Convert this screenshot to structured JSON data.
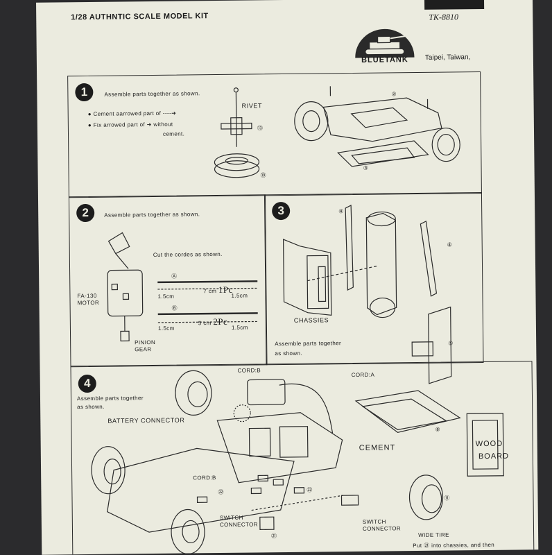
{
  "header": {
    "title": "",
    "subtitle": "1/28 AUTHNTIC SCALE MODEL KIT",
    "model_code": "TK-8810",
    "brand": "BLUETANK",
    "location": "Taipei, Taiwan,"
  },
  "step1": {
    "number": "1",
    "instruction": "Assemble parts together as shown.",
    "note1": "Cement aarrowed part of",
    "note2": "Fix arrowed part of",
    "note2_tail": "without",
    "note2_tail2": "cement.",
    "rivet_label": "RIVET",
    "part_13": "⑬",
    "part_19": "⑲",
    "part_2": "②",
    "part_3": "③"
  },
  "step2": {
    "number": "2",
    "instruction": "Assemble parts together as shown.",
    "cut_text": "Cut the cordes as shown.",
    "motor_label_1": "FA-130",
    "motor_label_2": "MOTOR",
    "pinion_1": "PINION",
    "pinion_2": "GEAR",
    "cord_a": "Ⓐ",
    "cord_b": "Ⓑ",
    "len_a": "7 cm",
    "qty_a": "1Pc",
    "len_b": "5 cm",
    "qty_b": "2Pc",
    "end_len": "1.5cm"
  },
  "step3": {
    "number": "3",
    "label_chassies": "CHASSIES",
    "instruction_1": "Assemble parts together",
    "instruction_2": "as shown.",
    "part_4": "④",
    "part_5": "⑤"
  },
  "step4": {
    "number": "4",
    "instruction_1": "Assemble parts together",
    "instruction_2": "as shown.",
    "battery_connector": "BATTERY CONNECTOR",
    "cord_b": "CORD:B",
    "cord_a": "CORD:A",
    "cord_b2": "CORD:B",
    "cement": "CEMENT",
    "wood": "WOOD",
    "board": "BOARD",
    "switch_connector_1": "SWITCH",
    "switch_connector_2": "CONNECTOR",
    "switch_connector2_1": "SWITCH",
    "switch_connector2_2": "CONNECTOR",
    "wide_tire": "WIDE TIRE",
    "footer_note": "Put ㉑ into chassies, and then",
    "part_8": "⑧",
    "part_11": "⑪",
    "part_22": "㉒",
    "part_21": "㉑"
  }
}
